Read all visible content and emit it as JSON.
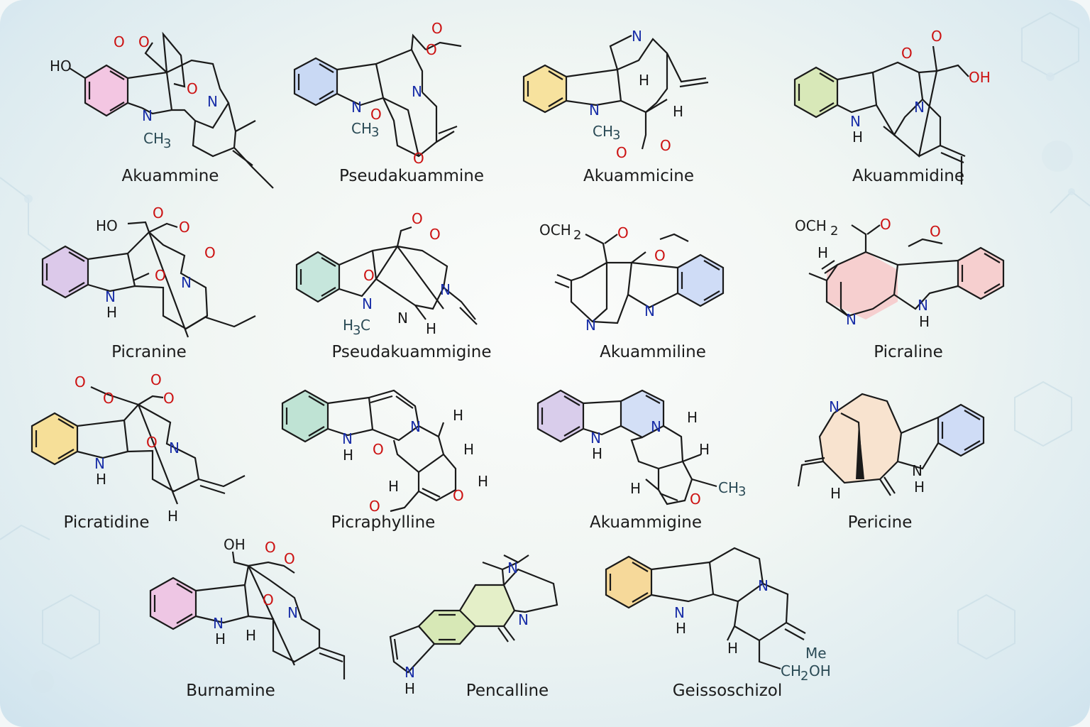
{
  "compounds": [
    {
      "name": "Akuammine",
      "ring_color": "#f3c6e2",
      "ring2_color": ""
    },
    {
      "name": "Pseudakuammine",
      "ring_color": "#c9d9f4",
      "ring2_color": ""
    },
    {
      "name": "Akuammicine",
      "ring_color": "#f7e29e",
      "ring2_color": ""
    },
    {
      "name": "Akuammidine",
      "ring_color": "#d8e8b8",
      "ring2_color": ""
    },
    {
      "name": "Picranine",
      "ring_color": "#dcc9ea",
      "ring2_color": ""
    },
    {
      "name": "Pseudakuammigine",
      "ring_color": "#c6e6dc",
      "ring2_color": ""
    },
    {
      "name": "Akuammiline",
      "ring_color": "#cfdcf6",
      "ring2_color": ""
    },
    {
      "name": "Picraline",
      "ring_color": "#f6cfcf",
      "ring2_color": "#f6cfcf"
    },
    {
      "name": "Picratidine",
      "ring_color": "#f6df98",
      "ring2_color": ""
    },
    {
      "name": "Picraphylline",
      "ring_color": "#bfe3d4",
      "ring2_color": ""
    },
    {
      "name": "Akuammigine",
      "ring_color": "#d9cdeb",
      "ring2_color": "#d3dff6"
    },
    {
      "name": "Pericine",
      "ring_color": "#cfdcf6",
      "ring2_color": "#f8e3cf"
    },
    {
      "name": "Burnamine",
      "ring_color": "#eec6e4",
      "ring2_color": ""
    },
    {
      "name": "Pencalline",
      "ring_color": "#d7e8b6",
      "ring2_color": "#e4efc8"
    },
    {
      "name": "Geissoschizol",
      "ring_color": "#f6d99a",
      "ring2_color": ""
    }
  ],
  "atom_labels": {
    "akuammine": [
      "HO",
      "O",
      "O",
      "O",
      "N",
      "N",
      "CH",
      "3"
    ],
    "pseudakuammine": [
      "O",
      "O",
      "N",
      "CH",
      "3",
      "O",
      "N",
      "O"
    ],
    "akuammicine": [
      "N",
      "H",
      "H",
      "N",
      "CH",
      "3",
      "O",
      "O"
    ],
    "akuammidine": [
      "O",
      "O",
      "OH",
      "N",
      "N",
      "H"
    ],
    "picranine": [
      "HO",
      "O",
      "O",
      "O",
      "O",
      "N",
      "N",
      "H"
    ],
    "pseudakuammigine": [
      "O",
      "O",
      "O",
      "N",
      "N",
      "H",
      "3",
      "C",
      "N",
      "H"
    ],
    "akuammiline": [
      "OCH",
      "2",
      "O",
      "O",
      "N",
      "N"
    ],
    "picraline": [
      "OCH",
      "2",
      "O",
      "O",
      "H",
      "N",
      "N",
      "H"
    ],
    "picratidine": [
      "O",
      "O",
      "O",
      "O",
      "O",
      "N",
      "N",
      "H",
      "H"
    ],
    "picraphylline": [
      "N",
      "H",
      "O",
      "N",
      "H",
      "H",
      "H",
      "H",
      "O",
      "O"
    ],
    "akuammigine": [
      "N",
      "N",
      "H",
      "H",
      "H",
      "H",
      "CH",
      "3",
      "O",
      "H"
    ],
    "pericine": [
      "N",
      "H",
      "N",
      "H"
    ],
    "burnamine": [
      "OH",
      "O",
      "O",
      "O",
      "N",
      "N",
      "H",
      "H"
    ],
    "pencalline": [
      "N",
      "N",
      "N",
      "H"
    ],
    "geissoschizol": [
      "N",
      "N",
      "H",
      "H",
      "Me",
      "CH",
      "2",
      "OH"
    ]
  }
}
